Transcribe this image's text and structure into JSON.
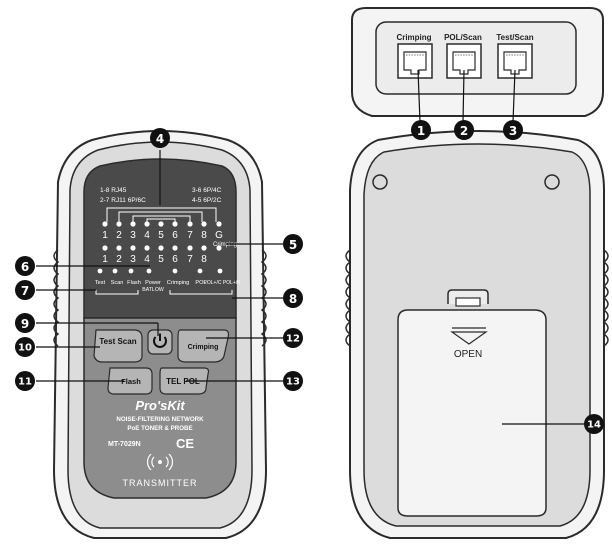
{
  "colors": {
    "outline": "#2b2b2b",
    "body_light": "#f4f4f4",
    "body_mid": "#dcdcdc",
    "panel_dark": "#4a4a4a",
    "panel_gray": "#8d8d8d",
    "button_gray": "#b5b5b5",
    "callout_fill": "#111111",
    "white": "#ffffff"
  },
  "top_unit": {
    "ports": [
      {
        "label": "Crimping",
        "callout": "1"
      },
      {
        "label": "POL/Scan",
        "callout": "2"
      },
      {
        "label": "Test/Scan",
        "callout": "3"
      }
    ]
  },
  "front": {
    "wire_map": {
      "label_tl_1": "1-8 RJ45",
      "label_tl_2": "2-7 RJ11 6P/6C",
      "label_tr_1": "3-6 6P/4C",
      "label_tr_2": "4-5 6P/2C",
      "row1_numbers": [
        "1",
        "2",
        "3",
        "4",
        "5",
        "6",
        "7",
        "8",
        "G"
      ],
      "row2_numbers": [
        "1",
        "2",
        "3",
        "4",
        "5",
        "6",
        "7",
        "8"
      ],
      "crimping_label": "Crimping"
    },
    "status_labels": [
      "Test",
      "Scan",
      "Flash",
      "Power",
      "Crimping",
      "POL",
      "POL+/C POL+/B"
    ],
    "batlow_label": "BATLOW",
    "buttons": {
      "test_scan": "Test Scan",
      "power_icon": "power-icon",
      "crimping": "Crimping",
      "flash": "Flash",
      "tel_pol": "TEL POL"
    },
    "brand": "Pro'sKit",
    "product_line1": "NOISE-FILTERING NETWORK",
    "product_line2": "PoE TONER & PROBE",
    "model": "MT-7029N",
    "ce_mark": "CE",
    "signal_icon": "radio-signal-icon",
    "transmitter": "TRANSMITTER"
  },
  "back": {
    "open_label": "OPEN"
  },
  "callouts": [
    "1",
    "2",
    "3",
    "4",
    "5",
    "6",
    "7",
    "8",
    "9",
    "10",
    "11",
    "12",
    "13",
    "14"
  ]
}
